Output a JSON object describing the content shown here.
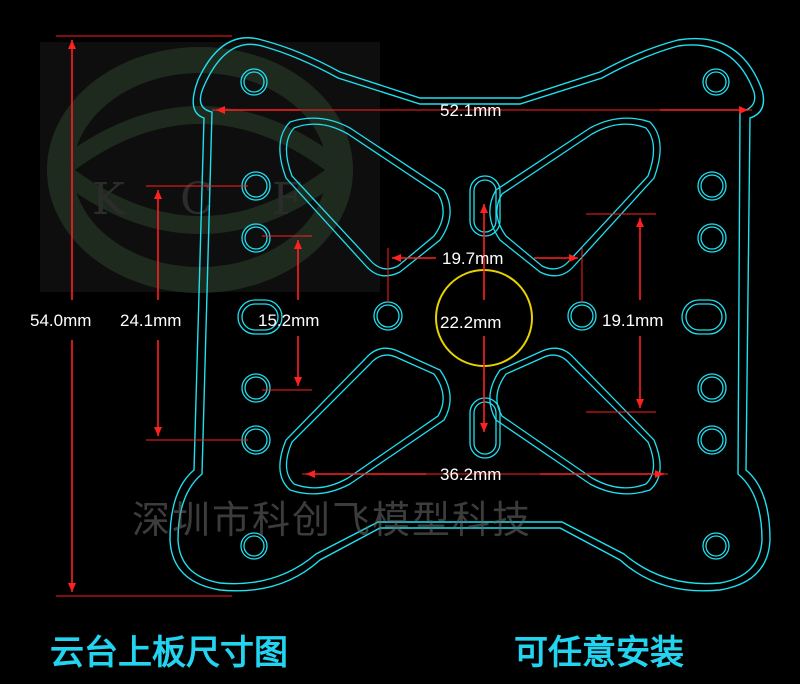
{
  "colors": {
    "outline": "#1fe0f0",
    "dimension": "#ff2020",
    "center_circle": "#e6d200",
    "label": "#ffffff",
    "caption": "#22d4f0",
    "watermark": "#6e6e6e"
  },
  "logo": {
    "letters": [
      "K",
      "C",
      "F"
    ]
  },
  "dimensions": {
    "overall_width": "52.1mm",
    "overall_height": "54.0mm",
    "left_hole_span": "24.1mm",
    "left_inner_span": "15.2mm",
    "center_hole_span": "19.7mm",
    "center_circle": "22.2mm",
    "right_hole_span": "19.1mm",
    "bottom_span": "36.2mm"
  },
  "watermark": "深圳市科创飞模型科技",
  "captions": {
    "left": "云台上板尺寸图",
    "right": "可任意安装"
  }
}
